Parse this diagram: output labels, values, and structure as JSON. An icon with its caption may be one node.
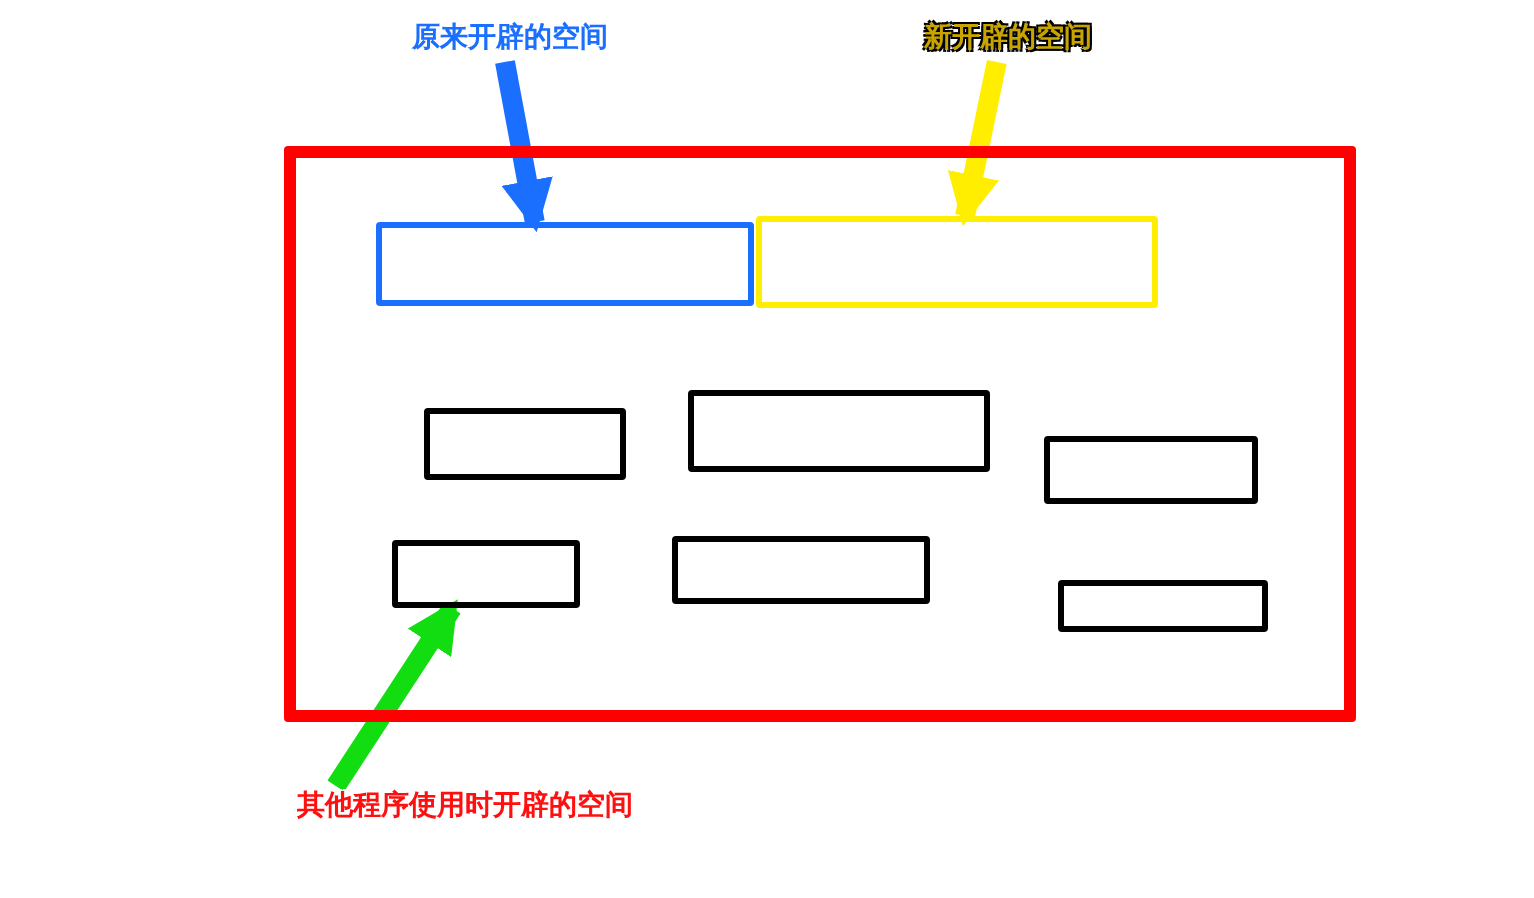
{
  "diagram": {
    "nodes": [
      {
        "text": [
          "原来开辟的空间"
        ]
      },
      {
        "text": [
          "新开辟的空间"
        ]
      },
      {
        "text": [],
        "shape": "box"
      },
      {
        "text": [],
        "shape": "box",
        "in": 2
      },
      {
        "text": [],
        "shape": "box",
        "in": 2
      },
      {
        "text": [],
        "shape": "box",
        "in": 2
      },
      {
        "text": [],
        "shape": "box",
        "in": 2
      },
      {
        "text": [],
        "shape": "box",
        "in": 2
      },
      {
        "text": [],
        "shape": "box",
        "in": 2
      },
      {
        "text": [],
        "shape": "box",
        "in": 2
      },
      {
        "text": [],
        "shape": "box",
        "in": 2
      },
      {
        "text": [
          "其他程序使用时开辟的空间"
        ]
      }
    ],
    "edges": [
      {
        "from": 0,
        "to": 3,
        "arrow": "to",
        "color": "#1a6fff"
      },
      {
        "from": 1,
        "to": 4,
        "arrow": "to",
        "color": "#ffee00"
      },
      {
        "from": 11,
        "to": 8,
        "arrow": "to",
        "color": "#11dd11"
      }
    ]
  }
}
